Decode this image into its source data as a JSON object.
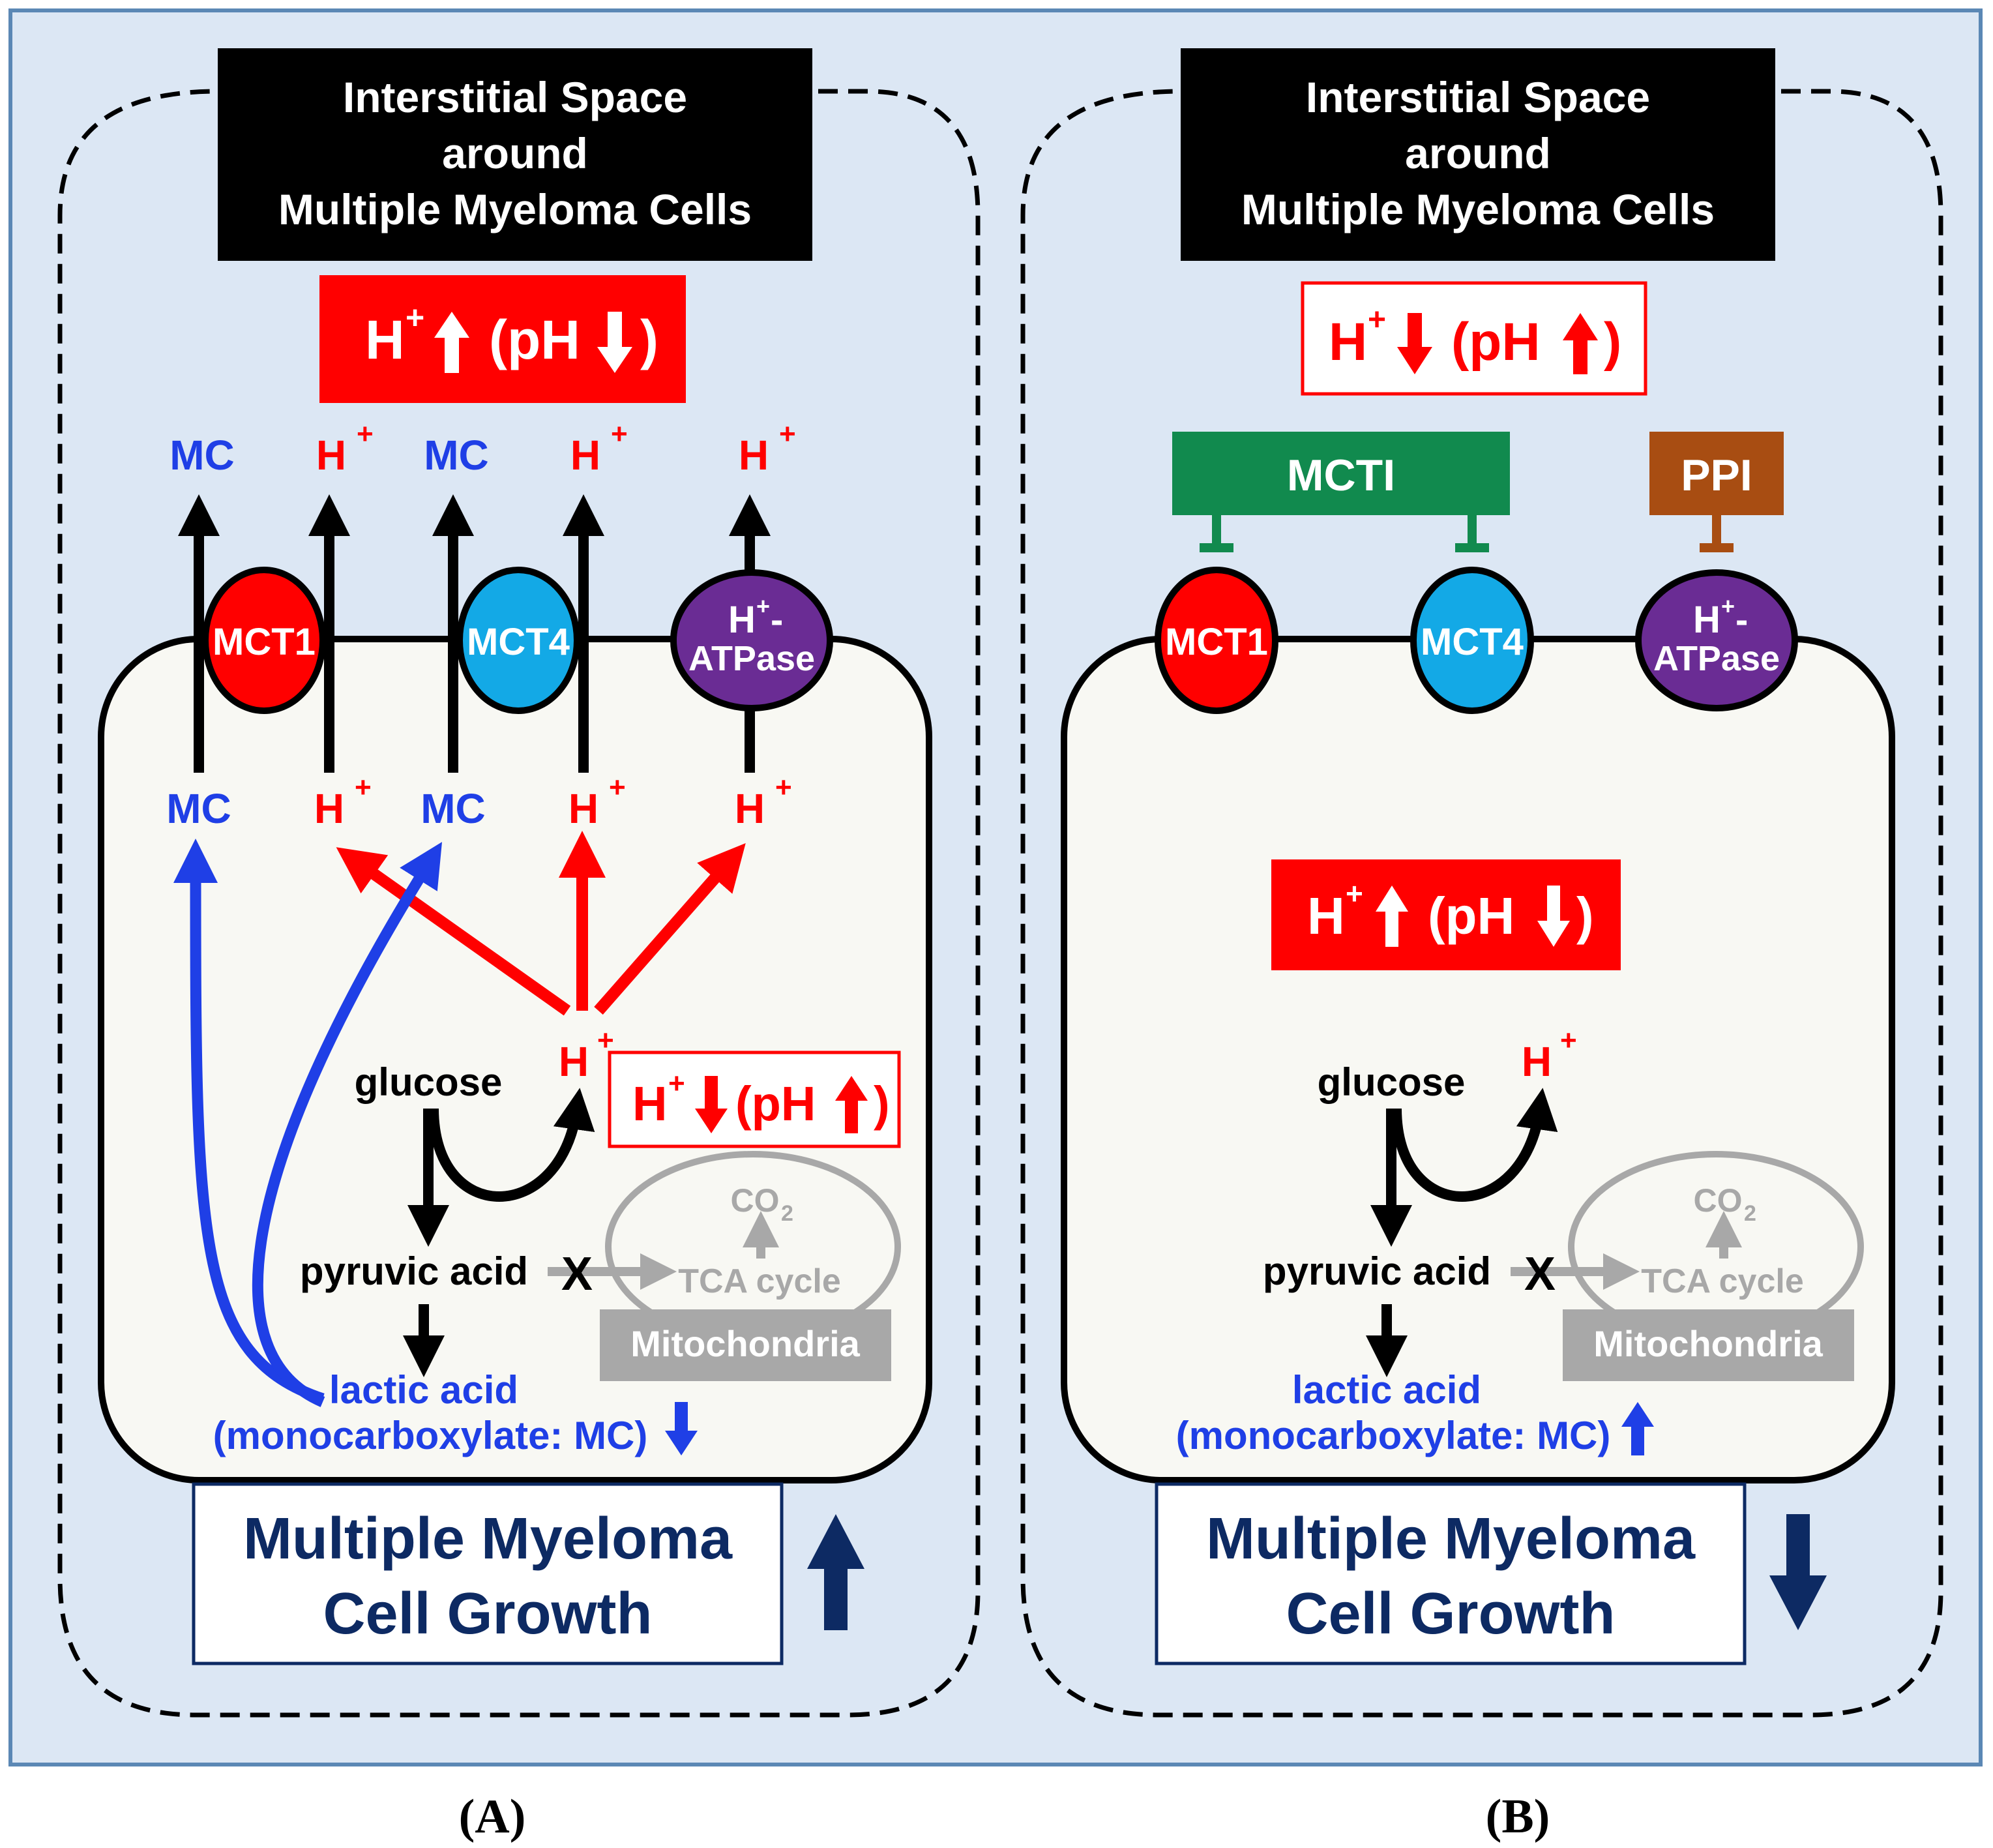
{
  "panels": [
    {
      "id": "A",
      "header_lines": [
        "Interstitial Space",
        "around",
        "Multiple Myeloma Cells"
      ],
      "extracellular_status": {
        "h": "H",
        "sup": "+",
        "ph": "(pH",
        "close": ")",
        "h_direction": "up",
        "ph_direction": "down",
        "style": "filled"
      },
      "top_labels": [
        "MC",
        "H",
        "MC",
        "H",
        "H"
      ],
      "plus": "+",
      "transporters": {
        "mct1": "MCT1",
        "mct4": "MCT4",
        "atpase_line1": "H",
        "atpase_sup": "+",
        "atpase_dash": "-",
        "atpase_line2": "ATPase"
      },
      "inner_labels": [
        "MC",
        "H",
        "MC",
        "H",
        "H"
      ],
      "intracellular_status": {
        "h": "H",
        "sup": "+",
        "ph": "(pH",
        "close": ")",
        "h_direction": "down",
        "ph_direction": "up",
        "style": "outlined"
      },
      "glucose": "glucose",
      "h_product": "H",
      "pyruvic": "pyruvic acid",
      "x_mark": "X",
      "co2": "CO",
      "co2_sub": "2",
      "tca": "TCA cycle",
      "mito": "Mitochondria",
      "lactic_line1": "lactic acid",
      "lactic_line2": "(monocarboxylate: MC)",
      "lactic_direction": "down",
      "growth_line1": "Multiple Myeloma",
      "growth_line2": "Cell Growth",
      "growth_direction": "up",
      "caption": "(A)"
    },
    {
      "id": "B",
      "header_lines": [
        "Interstitial Space",
        "around",
        "Multiple Myeloma Cells"
      ],
      "extracellular_status": {
        "h": "H",
        "sup": "+",
        "ph": "(pH",
        "close": ")",
        "h_direction": "down",
        "ph_direction": "up",
        "style": "outlined"
      },
      "inhibitors": {
        "mcti": "MCTI",
        "ppi": "PPI"
      },
      "plus": "+",
      "transporters": {
        "mct1": "MCT1",
        "mct4": "MCT4",
        "atpase_line1": "H",
        "atpase_sup": "+",
        "atpase_dash": "-",
        "atpase_line2": "ATPase"
      },
      "intracellular_status": {
        "h": "H",
        "sup": "+",
        "ph": "(pH",
        "close": ")",
        "h_direction": "up",
        "ph_direction": "down",
        "style": "filled"
      },
      "glucose": "glucose",
      "h_product": "H",
      "pyruvic": "pyruvic acid",
      "x_mark": "X",
      "co2": "CO",
      "co2_sub": "2",
      "tca": "TCA cycle",
      "mito": "Mitochondria",
      "lactic_line1": "lactic acid",
      "lactic_line2": "(monocarboxylate: MC)",
      "lactic_direction": "up",
      "growth_line1": "Multiple Myeloma",
      "growth_line2": "Cell Growth",
      "growth_direction": "down",
      "caption": "(B)"
    }
  ],
  "colors": {
    "background": "#dce7f4",
    "frame": "#5b88b5",
    "cell_fill": "#f8f8f3",
    "red": "#ff0000",
    "blue": "#1f3fe6",
    "cyan": "#13a9e6",
    "purple": "#6a2c94",
    "green": "#118a4e",
    "brown": "#a84d12",
    "gray": "#a8a8a8",
    "navy": "#0d2a63"
  }
}
